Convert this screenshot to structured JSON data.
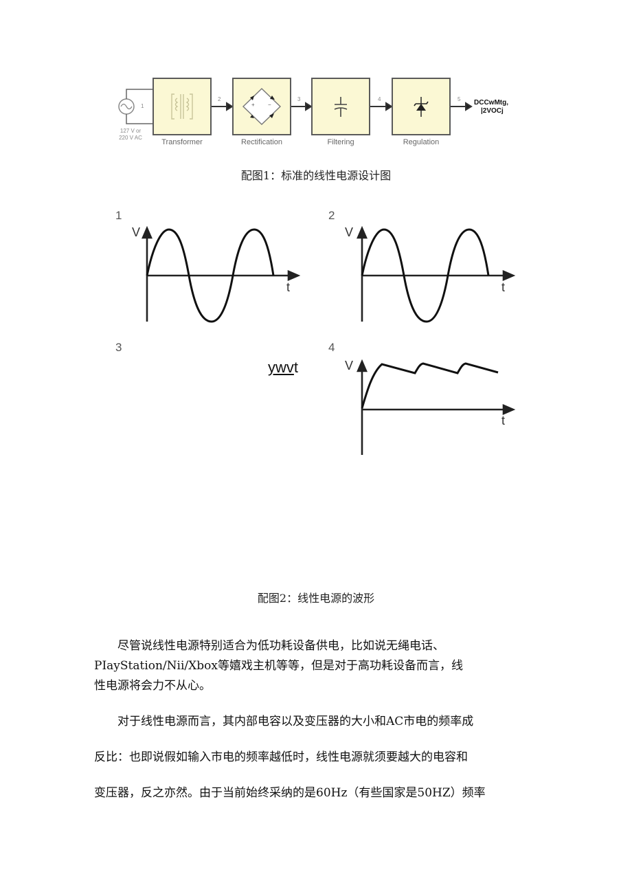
{
  "figure1": {
    "blocks": [
      {
        "label": "Transformer",
        "icon": "transformer-icon"
      },
      {
        "label": "Rectification",
        "icon": "bridge-rectifier-icon"
      },
      {
        "label": "Filtering",
        "icon": "capacitor-icon"
      },
      {
        "label": "Regulation",
        "icon": "zener-diode-icon"
      }
    ],
    "connection_numbers": [
      "1",
      "2",
      "3",
      "4",
      "5"
    ],
    "input_label_line1": "127 V or",
    "input_label_line2": "220 V AC",
    "input_icon": "ac-source-icon",
    "output_label_line1": "DCCwMtg,",
    "output_label_line2": "|2VOCj",
    "caption": "配图1：标准的线性电源设计图",
    "colors": {
      "block_fill": "#fbf8d4",
      "block_border": "#5a5a5a"
    }
  },
  "figure2": {
    "panels": [
      {
        "number": "1",
        "y_label": "V",
        "x_label": "t",
        "waveform": "sine"
      },
      {
        "number": "2",
        "y_label": "V",
        "x_label": "t",
        "waveform": "sine"
      },
      {
        "number": "3",
        "overlay_text_underlined": "ywv",
        "overlay_text_tail": "t"
      },
      {
        "number": "4",
        "y_label": "V",
        "x_label": "t",
        "waveform": "filtered-ripple"
      }
    ],
    "caption": "配图2：线性电源的波形"
  },
  "body": {
    "paragraph1": {
      "line1": "尽管说线性电源特别适合为低功耗设备供电，比如说无绳电话、",
      "line2": "PIayStation/Nii/Xbox等嬉戏主机等等，但是对于高功耗设备而言，线",
      "line3": "性电源将会力不从心。"
    },
    "paragraph2": {
      "line1": "对于线性电源而言，其内部电容以及变压器的大小和AC市电的频率成",
      "line2": "反比：也即说假如输入市电的频率越低时，线性电源就须要越大的电容和",
      "line3": "变压器，反之亦然。由于当前始终采纳的是60Hz（有些国家是50HZ）频率"
    }
  }
}
